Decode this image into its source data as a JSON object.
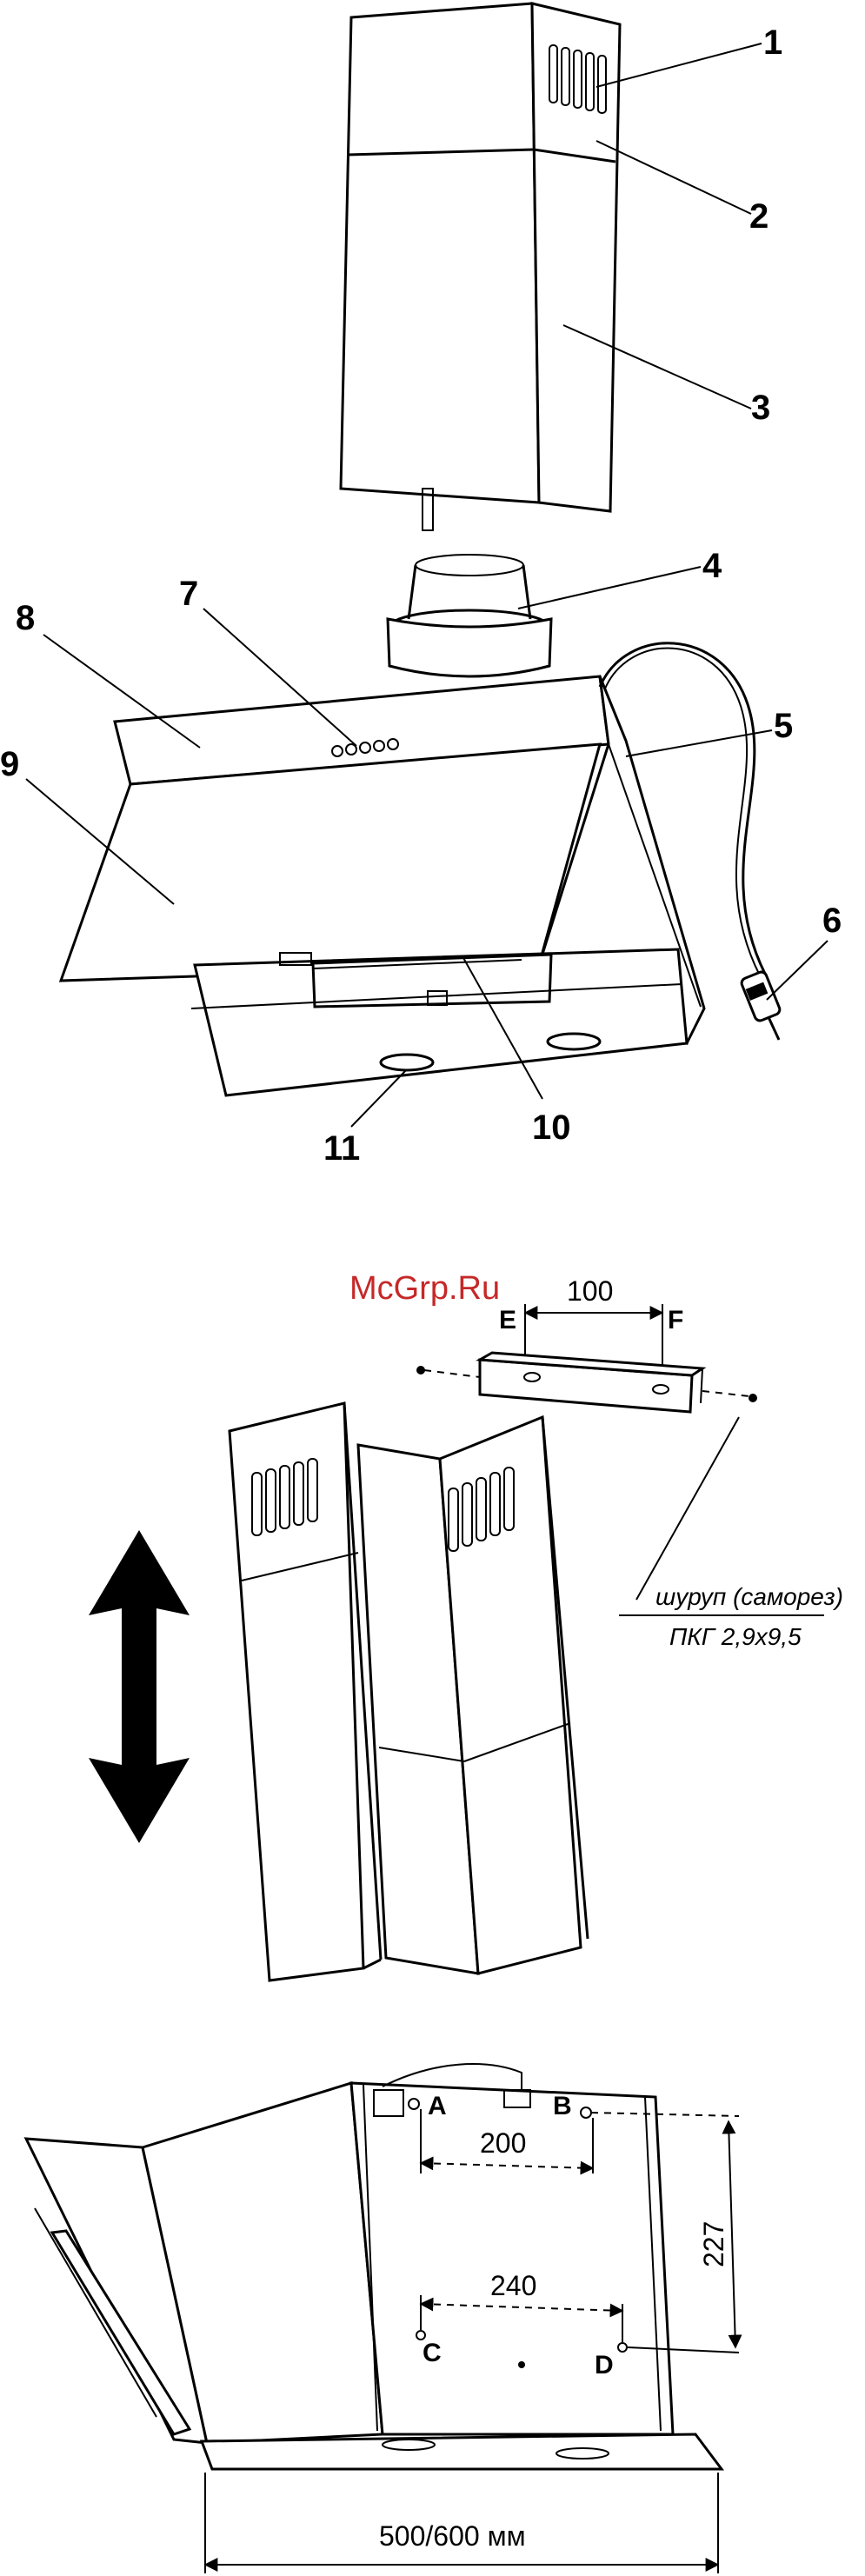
{
  "watermark": "McGrp.Ru",
  "callouts": [
    "1",
    "2",
    "3",
    "4",
    "5",
    "6",
    "7",
    "8",
    "9",
    "10",
    "11"
  ],
  "bracket": {
    "dim": "100",
    "left_label": "E",
    "right_label": "F"
  },
  "screw_note": {
    "line1": "шуруп (саморез)",
    "line2": "ПКГ 2,9х9,5"
  },
  "mount": {
    "points": [
      "A",
      "B",
      "C",
      "D"
    ],
    "dim_ab": "200",
    "dim_cd": "240",
    "dim_height": "227",
    "dim_width": "500/600 мм"
  },
  "icons": {
    "arrow": "double-vertical-arrow-icon"
  }
}
